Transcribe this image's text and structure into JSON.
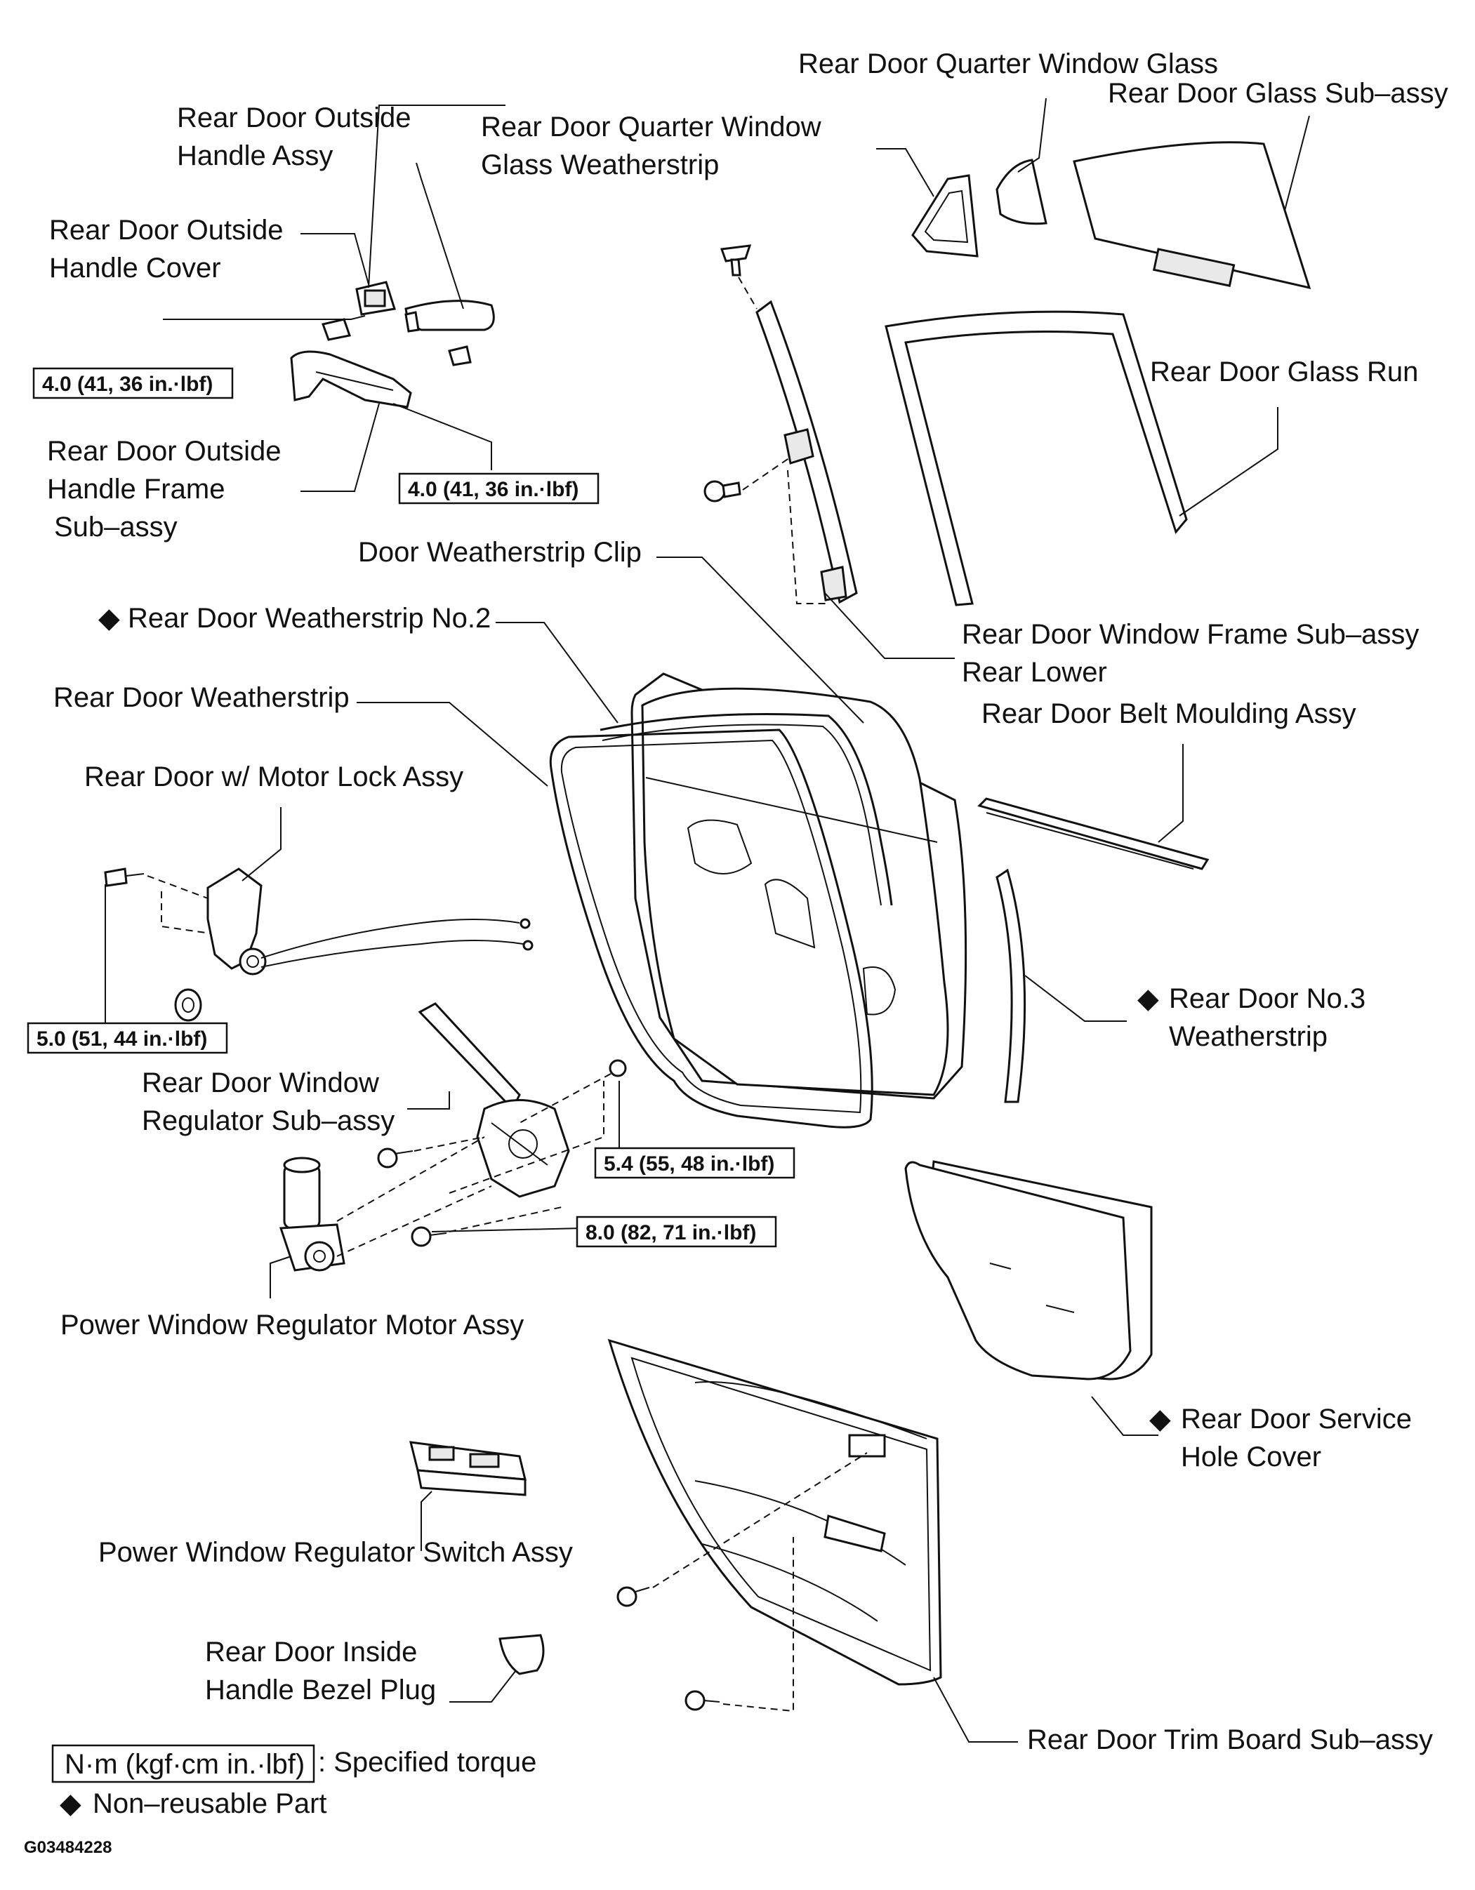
{
  "figure_code": "G03484228",
  "labels": {
    "quarter_glass": "Rear Door Quarter Window Glass",
    "glass_sub_assy": "Rear Door Glass Sub–assy",
    "quarter_weatherstrip_1": "Rear Door Quarter Window",
    "quarter_weatherstrip_2": "Glass Weatherstrip",
    "outside_handle_1": "Rear Door Outside",
    "outside_handle_2": "Handle Assy",
    "handle_cover_1": "Rear Door Outside",
    "handle_cover_2": "Handle Cover",
    "glass_run": "Rear Door Glass Run",
    "handle_frame_1": "Rear Door Outside",
    "handle_frame_2": "Handle Frame",
    "handle_frame_3": "Sub–assy",
    "weatherstrip_clip": "Door Weatherstrip Clip",
    "weatherstrip_no2": "Rear Door Weatherstrip No.2",
    "window_frame_1": "Rear Door Window Frame Sub–assy",
    "window_frame_2": "Rear Lower",
    "weatherstrip": "Rear Door Weatherstrip",
    "belt_moulding": "Rear Door Belt Moulding Assy",
    "motor_lock": "Rear Door w/ Motor Lock Assy",
    "no3_weatherstrip_1": "Rear Door No.3",
    "no3_weatherstrip_2": "Weatherstrip",
    "regulator_1": "Rear Door Window",
    "regulator_2": "Regulator Sub–assy",
    "regulator_motor": "Power Window Regulator Motor Assy",
    "service_cover_1": "Rear Door Service",
    "service_cover_2": "Hole Cover",
    "switch_assy": "Power Window Regulator Switch Assy",
    "bezel_plug_1": "Rear Door Inside",
    "bezel_plug_2": "Handle Bezel Plug",
    "trim_board": "Rear Door Trim Board Sub–assy"
  },
  "torques": {
    "t1": "4.0 (41, 36 in.·lbf)",
    "t2": "4.0 (41, 36 in.·lbf)",
    "t3": "5.0 (51, 44 in.·lbf)",
    "t4": "5.4 (55, 48 in.·lbf)",
    "t5": "8.0 (82, 71 in.·lbf)"
  },
  "legend": {
    "torque_unit": "N·m (kgf·cm in.·lbf)",
    "torque_desc": ": Specified torque",
    "nonreusable": "Non–reusable Part"
  },
  "symbols": {
    "diamond": "◆"
  }
}
